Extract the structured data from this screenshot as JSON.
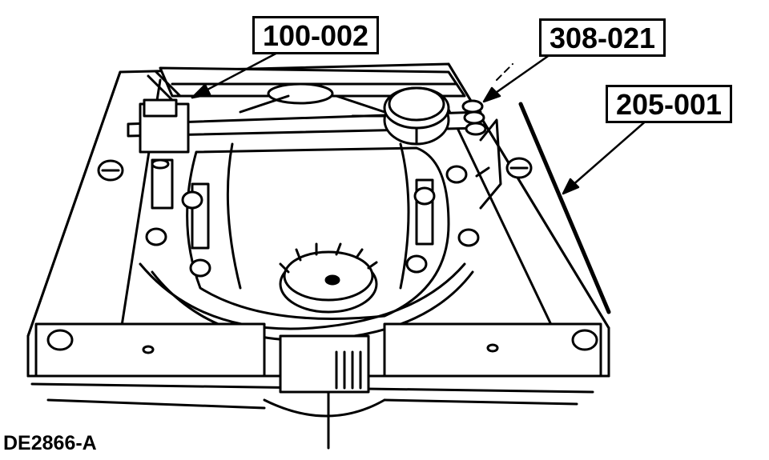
{
  "figure": {
    "id": "DE2866-A"
  },
  "callouts": [
    {
      "label": "100-002"
    },
    {
      "label": "308-021"
    },
    {
      "label": "205-001"
    }
  ],
  "colors": {
    "ink": "#000000",
    "paper": "#ffffff"
  }
}
